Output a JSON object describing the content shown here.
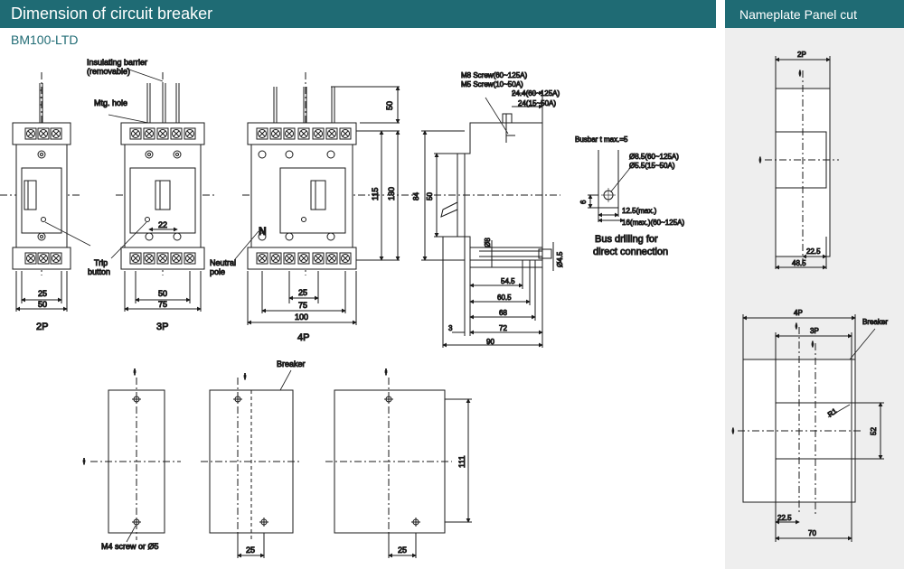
{
  "header": {
    "title": "Dimension of circuit breaker",
    "side_title": "Nameplate Panel cut"
  },
  "model": "BM100-LTD",
  "colors": {
    "header_bg": "#1f6b74",
    "accent": "#1f6b74",
    "panel_bg": "#eeeeee"
  },
  "labels": {
    "insulating_barrier_1": "Insulating barrier",
    "insulating_barrier_2": "(removable)",
    "mtg_hole": "Mtg. hole",
    "trip_1": "Trip",
    "trip_2": "button",
    "neutral_1": "Neutral",
    "neutral_2": "pole",
    "n_mark": "N",
    "cl": "ⱡ",
    "breaker": "Breaker",
    "m4": "M4 screw or Ø5",
    "pole_2p": "2P",
    "pole_3p": "3P",
    "pole_4p": "4P",
    "m8": "M8 Screw(60~125A)",
    "m5": "M5 Screw(10~50A)",
    "d_24_4": "24.4(60~125A)",
    "d_24": "24(15~50A)",
    "busbar": "Busbar t max.=5",
    "d_phi85": "Ø8.5(60~125A)",
    "d_phi55": "Ø5.5(15~50A)",
    "d_125": "12.5(max.)",
    "d_16": "16(max.)(60~125A)",
    "bus_drill_1": "Bus drilling for",
    "bus_drill_2": "direct connection",
    "r1": "R1"
  },
  "dims": {
    "d25": "25",
    "d50": "50",
    "d22": "22",
    "d75": "75",
    "d100": "100",
    "d115": "115",
    "d130": "130",
    "d84": "84",
    "d6": "6",
    "d8": "Ø8",
    "d45": "Ø4.5",
    "d545": "54.5",
    "d605": "60.5",
    "d68": "68",
    "d72": "72",
    "d90": "90",
    "d3": "3",
    "d111": "111",
    "d225": "22.5",
    "d485": "48.5",
    "d52": "52",
    "d70": "70"
  }
}
